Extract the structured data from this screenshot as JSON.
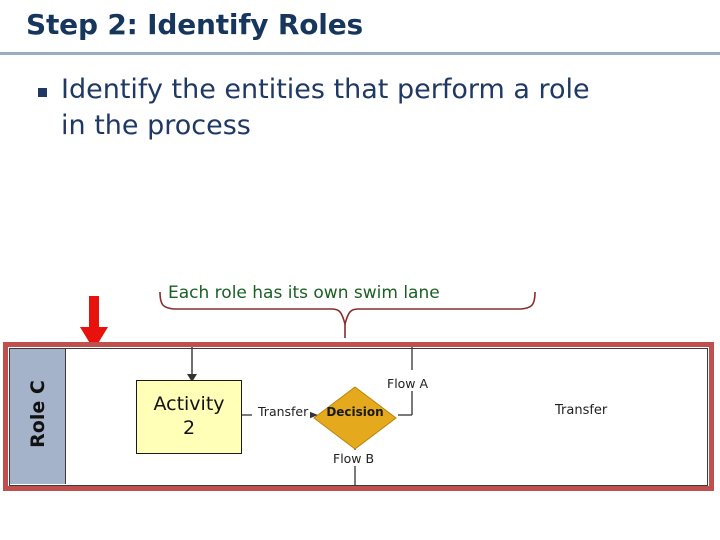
{
  "slide": {
    "title": "Step 2: Identify Roles",
    "bullet": {
      "marker": "square-bullet",
      "text": "Identify the entities that perform a role in the process"
    },
    "callout": {
      "text": "Each role has its own swim lane",
      "brace": "curly-brace-down",
      "pointer": "red-down-arrow"
    },
    "diagram": {
      "type": "swimlane-flowchart",
      "lane": {
        "header_label": "Role C",
        "header_fill": "#a4b3c9",
        "frame_color": "#c0504d",
        "inner_border": "#3a3a3a"
      },
      "shapes": [
        {
          "id": "activity-2",
          "kind": "process-box",
          "line1": "Activity",
          "line2": "2",
          "fill": "#ffffb8"
        },
        {
          "id": "decision",
          "kind": "decision-diamond",
          "label": "Decision",
          "fill": "#e5a91d"
        }
      ],
      "connector_labels": {
        "transfer_in": "Transfer",
        "flow_a": "Flow A",
        "flow_b": "Flow B",
        "transfer_right": "Transfer"
      }
    },
    "colors": {
      "title": "#17365d",
      "body_text": "#1f3864",
      "rule": "#9aabc2",
      "callout_text": "#1a6024",
      "brace": "#8b2b2b",
      "arrow": "#e8120c",
      "lane_frame": "#c0504d",
      "lane_header": "#a4b3c9",
      "activity_fill": "#ffffb8",
      "decision_fill": "#e5a91d"
    }
  }
}
